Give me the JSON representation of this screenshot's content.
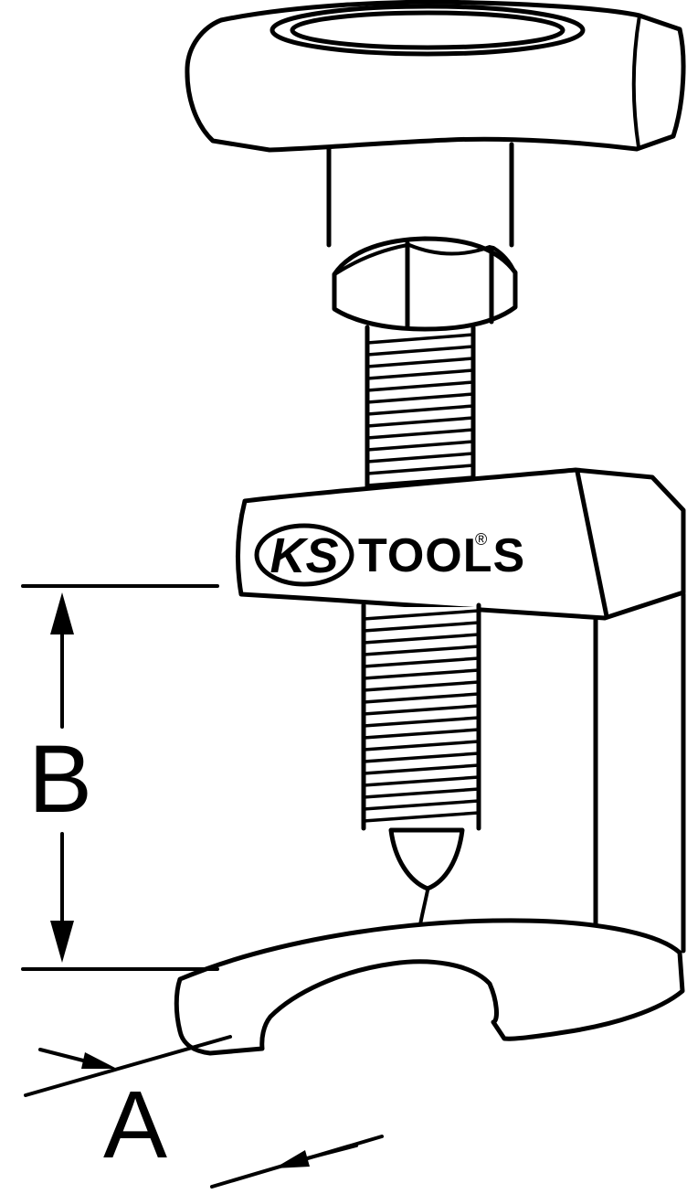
{
  "logo": {
    "ks": "KS",
    "tools": "TOOLS",
    "registered": "®"
  },
  "dimensions": {
    "b": "B",
    "a": "A"
  },
  "colors": {
    "line": "#000000",
    "background": "#ffffff"
  }
}
